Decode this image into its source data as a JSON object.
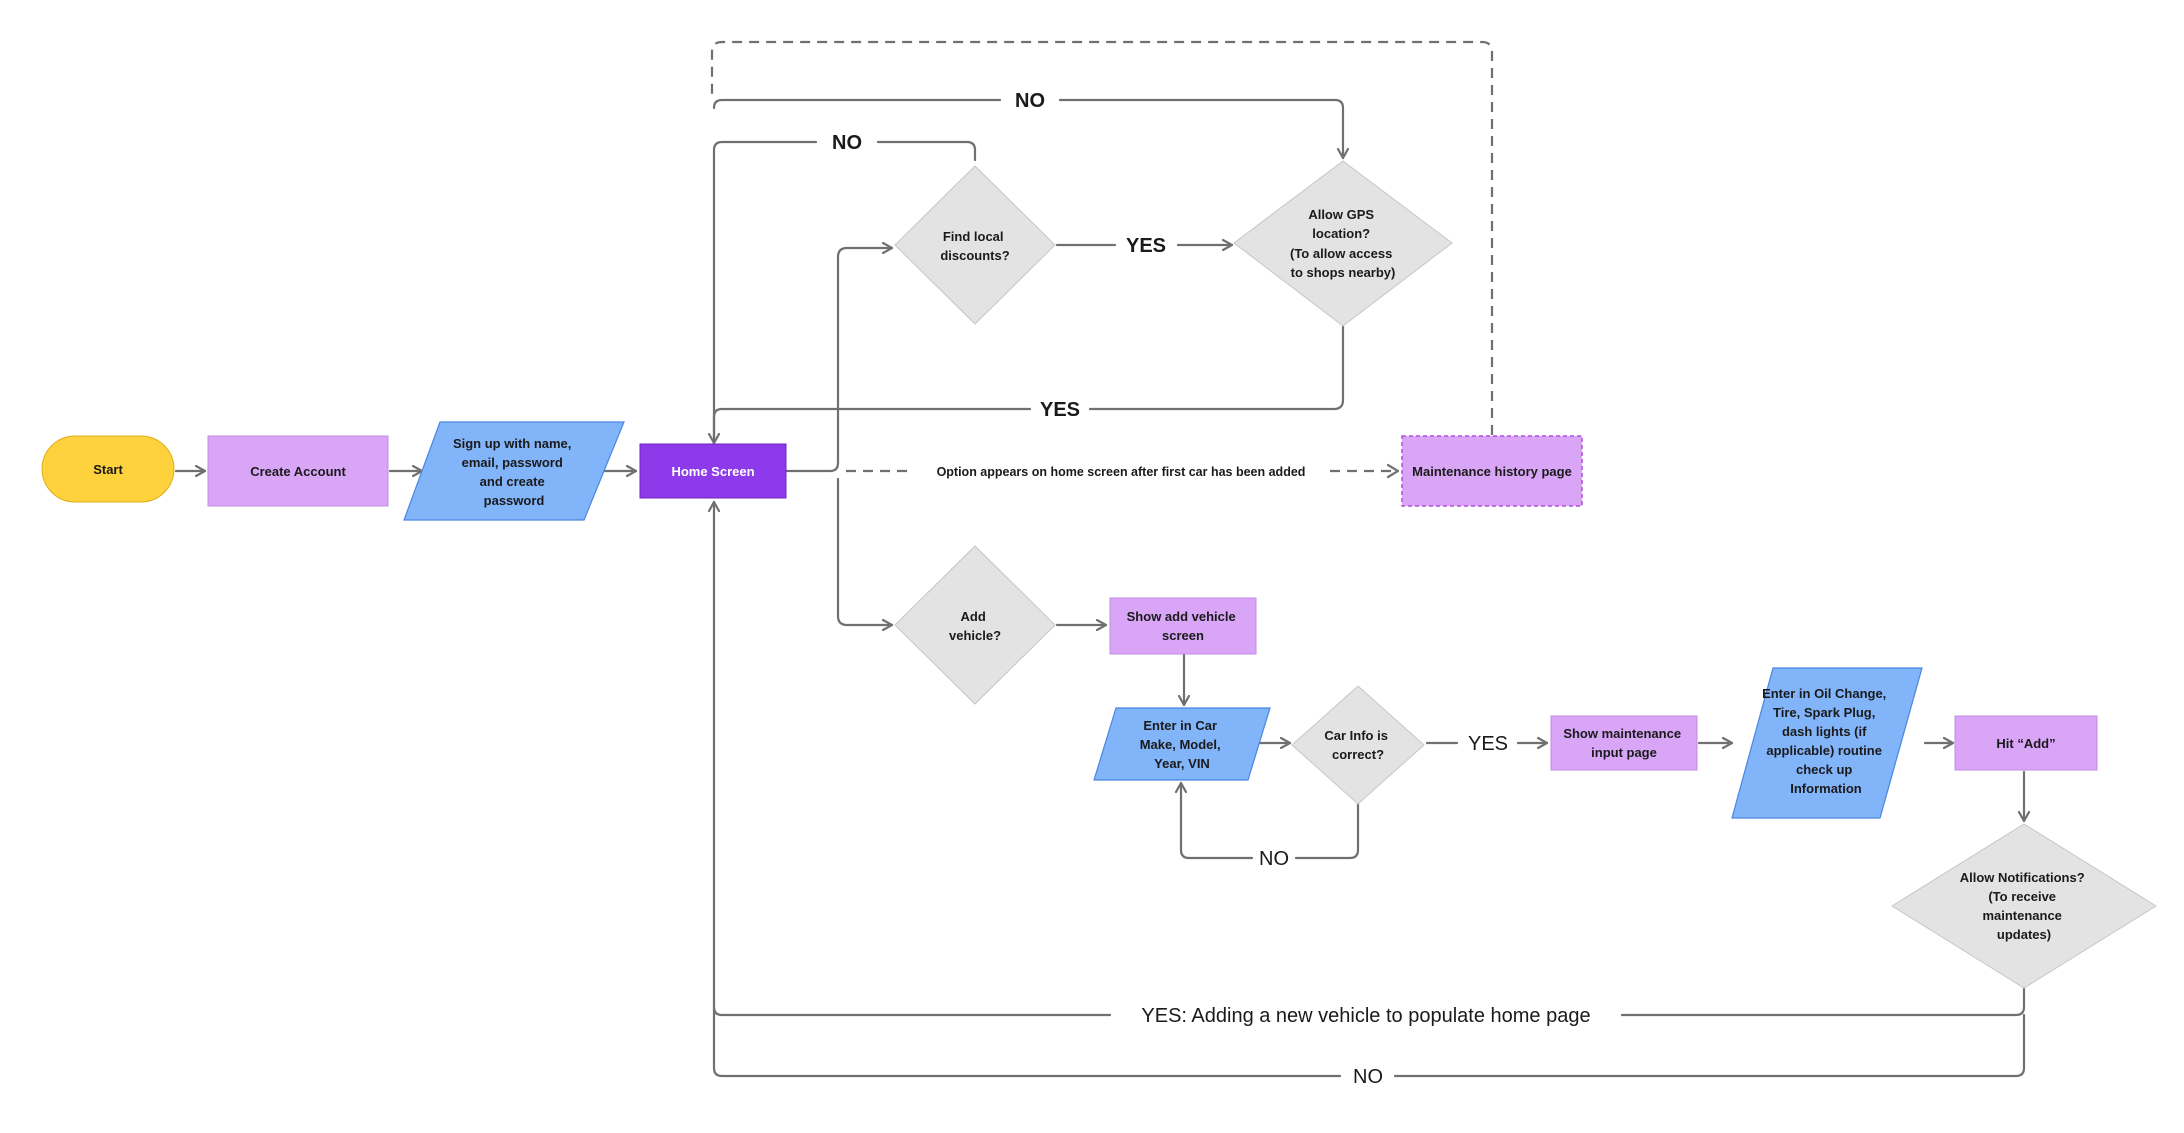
{
  "colors": {
    "terminal": "#fdd23c",
    "process": "#d9a5f7",
    "io": "#82b4fa",
    "home": "#8d3bea",
    "decision": "#e3e3e3",
    "connector": "#707070"
  },
  "nodes": {
    "start": "Start",
    "create_account": "Create Account",
    "signup": [
      "Sign up with name,",
      "email, password",
      "and create",
      "password"
    ],
    "home": "Home Screen",
    "find_discounts": [
      "Find local",
      "discounts?"
    ],
    "allow_gps": [
      "Allow GPS",
      "location?",
      "(To allow access",
      "to shops nearby)"
    ],
    "maintenance_history": "Maintenance history page",
    "add_vehicle": [
      "Add",
      "vehicle?"
    ],
    "show_add_vehicle": [
      "Show add vehicle",
      "screen"
    ],
    "enter_car": [
      "Enter in Car",
      "Make, Model,",
      "Year, VIN"
    ],
    "car_info_correct": [
      "Car Info is",
      "correct?"
    ],
    "show_maintenance_input": [
      "Show maintenance",
      "input page"
    ],
    "enter_oil": [
      "Enter in Oil Change,",
      "Tire, Spark Plug,",
      "dash lights (if",
      "applicable) routine",
      "check up",
      "Information"
    ],
    "hit_add": "Hit “Add”",
    "allow_notifications": [
      "Allow Notifications?",
      "(To receive",
      "maintenance",
      "updates)"
    ]
  },
  "edge_labels": {
    "no_gps_top": "NO",
    "no_discounts": "NO",
    "yes_discounts": "YES",
    "yes_gps": "YES",
    "option_history": "Option appears on home screen after first car has been added",
    "yes_car_info": "YES",
    "no_car_info": "NO",
    "yes_notifications": "YES:  Adding a new vehicle to populate home page",
    "no_notifications": "NO"
  }
}
